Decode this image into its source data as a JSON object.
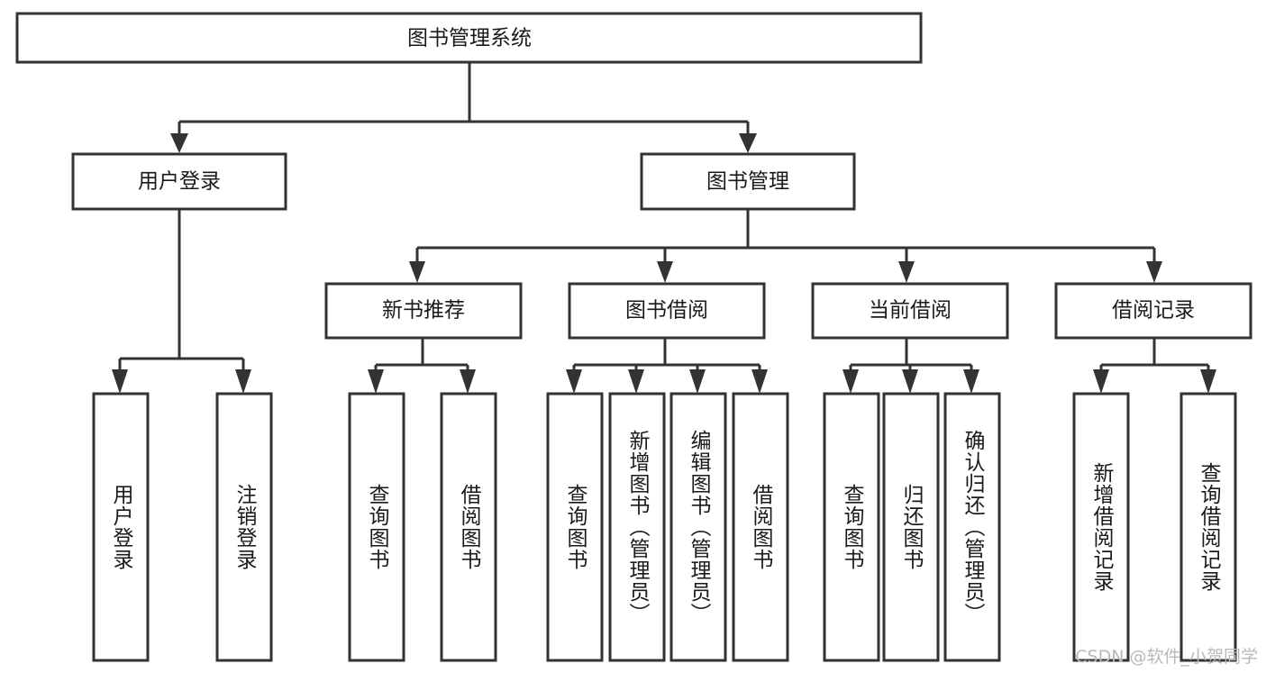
{
  "diagram": {
    "type": "tree-hierarchy",
    "title": "图书管理系统",
    "style": {
      "box_fill": "#ffffff",
      "box_stroke": "#333333",
      "text_color": "#1a1a1a",
      "background": "#ffffff",
      "watermark_color": "#b9b9b9"
    },
    "levels": {
      "root": {
        "label": "图书管理系统"
      },
      "level2": [
        {
          "id": "user-login",
          "label": "用户登录"
        },
        {
          "id": "book-management",
          "label": "图书管理"
        }
      ],
      "level3": [
        {
          "id": "new-book-recommend",
          "label": "新书推荐",
          "parent": "book-management"
        },
        {
          "id": "book-borrow",
          "label": "图书借阅",
          "parent": "book-management"
        },
        {
          "id": "current-borrow",
          "label": "当前借阅",
          "parent": "book-management"
        },
        {
          "id": "borrow-record",
          "label": "借阅记录",
          "parent": "book-management"
        }
      ],
      "leaves": [
        {
          "id": "leaf-user-login",
          "label": "用户登录",
          "parent": "user-login"
        },
        {
          "id": "leaf-logout",
          "label": "注销登录",
          "parent": "user-login"
        },
        {
          "id": "leaf-query-books-1",
          "label": "查询图书",
          "parent": "new-book-recommend"
        },
        {
          "id": "leaf-borrow-books-1",
          "label": "借阅图书",
          "parent": "new-book-recommend"
        },
        {
          "id": "leaf-query-books-2",
          "label": "查询图书",
          "parent": "book-borrow"
        },
        {
          "id": "leaf-add-book",
          "label": "新增图书（管理员）",
          "parent": "book-borrow"
        },
        {
          "id": "leaf-edit-book",
          "label": "编辑图书（管理员）",
          "parent": "book-borrow"
        },
        {
          "id": "leaf-borrow-books-2",
          "label": "借阅图书",
          "parent": "book-borrow"
        },
        {
          "id": "leaf-query-books-3",
          "label": "查询图书",
          "parent": "current-borrow"
        },
        {
          "id": "leaf-return-book",
          "label": "归还图书",
          "parent": "current-borrow"
        },
        {
          "id": "leaf-confirm-return",
          "label": "确认归还（管理员）",
          "parent": "current-borrow"
        },
        {
          "id": "leaf-add-record",
          "label": "新增借阅记录",
          "parent": "borrow-record"
        },
        {
          "id": "leaf-query-record",
          "label": "查询借阅记录",
          "parent": "borrow-record"
        }
      ]
    },
    "watermark": "CSDN @软件_小贺同学"
  }
}
